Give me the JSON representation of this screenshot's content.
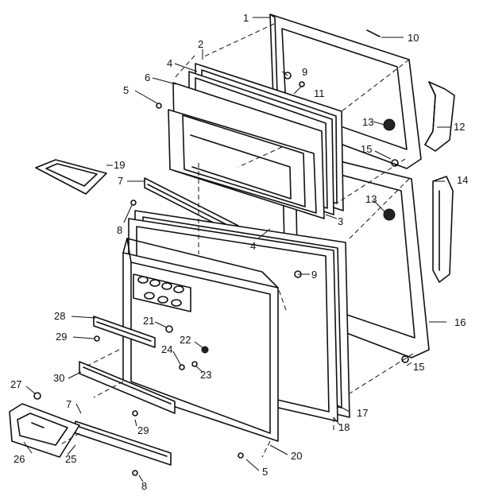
{
  "labels": [
    {
      "t": "1"
    },
    {
      "t": "2"
    },
    {
      "t": "4"
    },
    {
      "t": "6"
    },
    {
      "t": "5"
    },
    {
      "t": "9"
    },
    {
      "t": "10"
    },
    {
      "t": "11"
    },
    {
      "t": "13"
    },
    {
      "t": "12"
    },
    {
      "t": "15"
    },
    {
      "t": "19"
    },
    {
      "t": "7"
    },
    {
      "t": "8"
    },
    {
      "t": "3"
    },
    {
      "t": "14"
    },
    {
      "t": "13"
    },
    {
      "t": "4"
    },
    {
      "t": "9"
    },
    {
      "t": "16"
    },
    {
      "t": "28"
    },
    {
      "t": "21"
    },
    {
      "t": "29"
    },
    {
      "t": "22"
    },
    {
      "t": "24"
    },
    {
      "t": "23"
    },
    {
      "t": "15"
    },
    {
      "t": "30"
    },
    {
      "t": "27"
    },
    {
      "t": "7"
    },
    {
      "t": "29"
    },
    {
      "t": "17"
    },
    {
      "t": "18"
    },
    {
      "t": "26"
    },
    {
      "t": "25"
    },
    {
      "t": "20"
    },
    {
      "t": "5"
    },
    {
      "t": "8"
    }
  ]
}
